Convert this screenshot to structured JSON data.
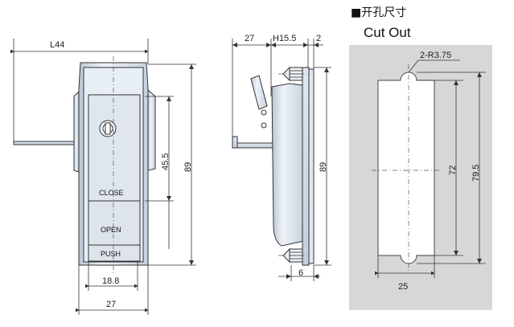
{
  "title": {
    "zh": "■开孔尺寸",
    "en": "Cut Out"
  },
  "front_view": {
    "dims": {
      "width_overall": "L44",
      "height_inner": "45.5",
      "height_total": "89",
      "width_bottom_inner": "18.8",
      "width_bottom_outer": "27"
    },
    "labels": {
      "close": "CLOSE",
      "open": "OPEN",
      "push": "PUSH"
    }
  },
  "side_view": {
    "dims": {
      "depth": "27",
      "h": "H15.5",
      "flange": "2",
      "height": "89",
      "bottom": "6"
    }
  },
  "cutout_view": {
    "dims": {
      "radius": "2-R3.75",
      "inner_height": "72",
      "outer_height": "79.5",
      "width": "25"
    }
  },
  "colors": {
    "metal_light": "#e4ebf3",
    "metal_mid": "#c9d4e0",
    "panel_gray": "#d7d7d7",
    "line": "#333333"
  }
}
